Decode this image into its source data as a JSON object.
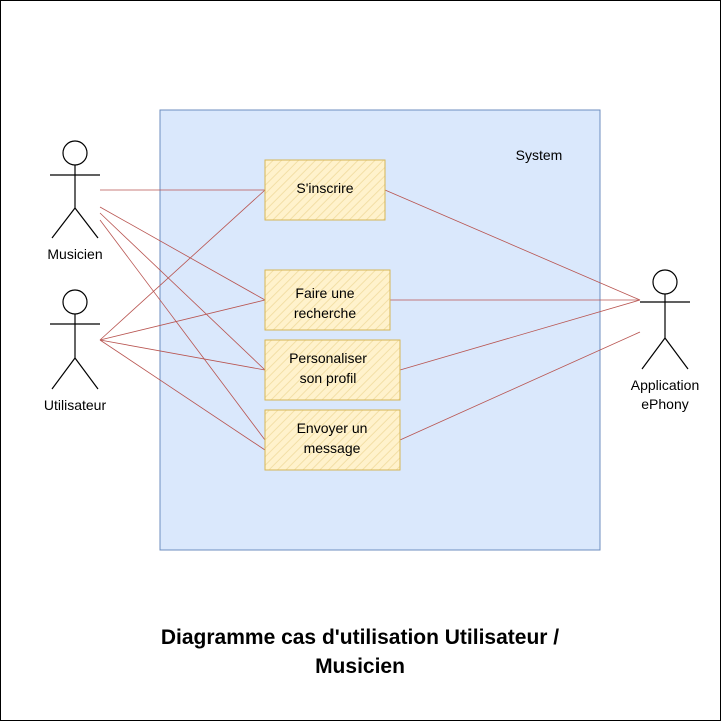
{
  "diagram": {
    "title_lines": [
      "Diagramme cas d'utilisation Utilisateur /",
      "Musicien"
    ],
    "system_label": "System",
    "actors": {
      "musicien": {
        "label": "Musicien"
      },
      "utilisateur": {
        "label": "Utilisateur"
      },
      "app": {
        "label_lines": [
          "Application",
          "ePhony"
        ]
      }
    },
    "use_cases": {
      "inscrire": {
        "lines": [
          "S'inscrire"
        ]
      },
      "recherche": {
        "lines": [
          "Faire une",
          "recherche"
        ]
      },
      "profil": {
        "lines": [
          "Personaliser",
          "son profil"
        ]
      },
      "message": {
        "lines": [
          "Envoyer un",
          "message"
        ]
      }
    },
    "colors": {
      "system_fill": "#dae8fc",
      "system_stroke": "#6c8ebf",
      "usecase_fill": "#fff2cc",
      "usecase_stroke": "#d6b656",
      "association": "#b85450"
    }
  }
}
